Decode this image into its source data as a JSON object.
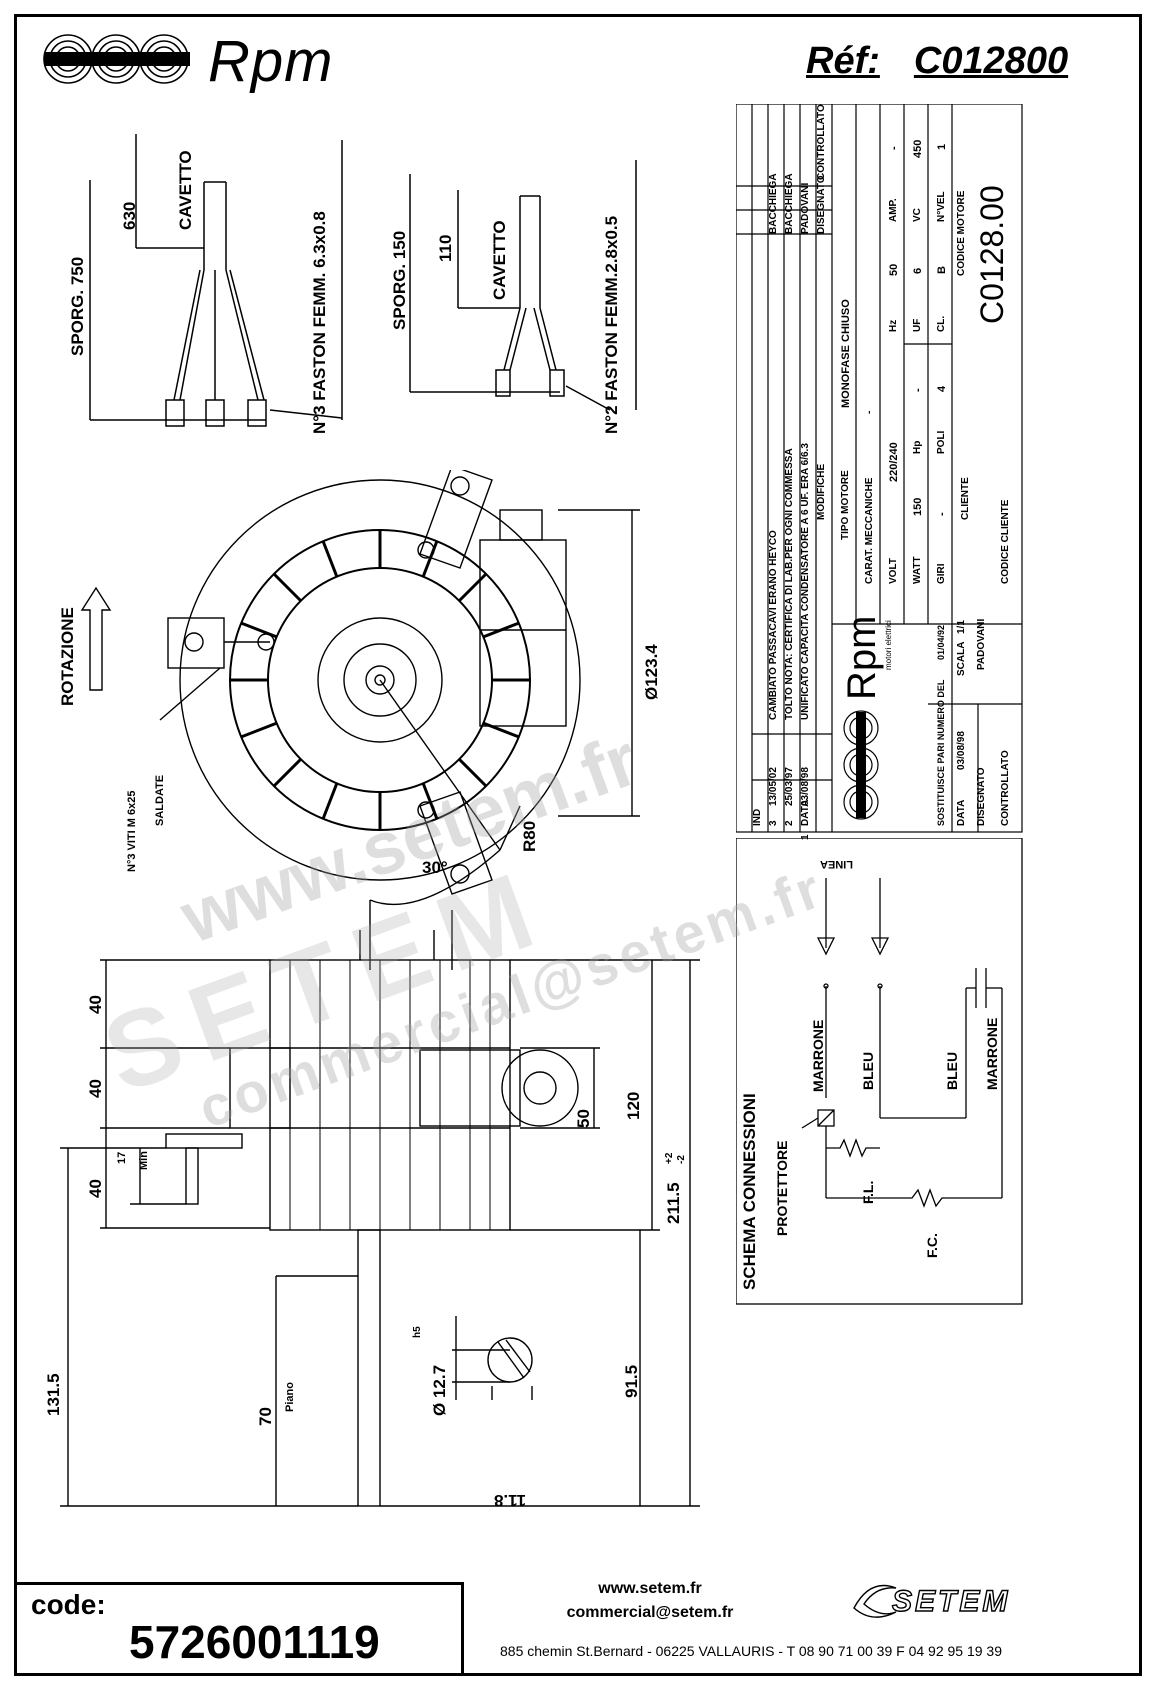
{
  "header": {
    "logo_text": "Rpm",
    "ref_label": "Réf:",
    "ref_value": "C012800"
  },
  "wiring_left": {
    "cable_length": "630",
    "cable_label": "CAVETTO",
    "overhang": "SPORG. 750",
    "connector": "N°3 FASTON FEMM. 6.3x0.8"
  },
  "wiring_right": {
    "cable_length": "110",
    "cable_label": "CAVETTO",
    "overhang": "SPORG. 150",
    "connector": "N°2 FASTON FEMM.2.8x0.5"
  },
  "front_view": {
    "rotation": "ROTAZIONE",
    "screws": "N°3 VITI M 6x25",
    "welded": "SALDATE",
    "diameter": "Ø123.4",
    "radius": "R80",
    "angle": "30°"
  },
  "side_view": {
    "dim_40a": "40",
    "dim_40b": "40",
    "dim_40c": "40",
    "dim_17": "17",
    "min": "Min",
    "dim_131_5": "131.5",
    "dim_70": "70",
    "piano": "Piano",
    "dim_50": "50",
    "dim_120": "120",
    "dim_211_5": "211.5",
    "tol_plus": "+2",
    "tol_minus": "-2",
    "dim_91_5": "91.5",
    "shaft_dia": "Ø 12.7",
    "shaft_tol": "h5",
    "flat": "11.8"
  },
  "title_block": {
    "revisions_header": [
      "IND",
      "DATA",
      "MODIFICHE",
      "DISEGNATO",
      "CONTROLLATO"
    ],
    "revisions": [
      {
        "ind": "3",
        "data": "13/05/02",
        "mod": "CAMBIATO PASSACAVI ERANO HEYCO",
        "dis": "BACCHIEGA",
        "con": ""
      },
      {
        "ind": "2",
        "data": "25/03/97",
        "mod": "TOLTO NOTA: CERTIFICA DI LAB.PER OGNI COMMESSA",
        "dis": "BACCHIEGA",
        "con": ""
      },
      {
        "ind": "1",
        "data": "03/08/98",
        "mod": "UNIFICATO CAPACITA CONDENSATORE A 6 UF. ERA 6/6.3",
        "dis": "PADOVANI",
        "con": ""
      }
    ],
    "tipo_motore_label": "TIPO MOTORE",
    "tipo_motore": "MONOFASE CHIUSO",
    "carat_label": "CARAT. MECCANICHE",
    "carat_value": "-",
    "specs": [
      [
        "VOLT",
        "220/240",
        "Hz",
        "50",
        "AMP.",
        "-"
      ],
      [
        "WATT",
        "150",
        "Hp",
        "-",
        "UF",
        "6",
        "VC",
        "450"
      ],
      [
        "GIRI",
        "-",
        "POLI",
        "4",
        "CL.",
        "B",
        "N°VEL",
        "1"
      ]
    ],
    "cliente_label": "CLIENTE",
    "codice_cliente_label": "CODICE CLIENTE",
    "codice_motore_label": "CODICE MOTORE",
    "codice_motore": "C0128.00",
    "brand": "Rpm",
    "brand_sub": "motori elettrici",
    "sostituisce_label": "SOSTITUISCE PARI NUMERO DEL",
    "sostituisce_date": "01/04/92",
    "data_label": "DATA",
    "data_value": "03/08/98",
    "scala_label": "SCALA",
    "scala_value": "1/1",
    "disegnato_label": "DISEGNATO",
    "disegnato_value": "PADOVANI",
    "controllato_label": "CONTROLLATO"
  },
  "schema": {
    "title": "SCHEMA CONNESSIONI",
    "linea": "LINEA",
    "protettore": "PROTETTORE",
    "marrone1": "MARRONE",
    "bleu1": "BLEU",
    "bleu2": "BLEU",
    "marrone2": "MARRONE",
    "fl": "F.L.",
    "fc": "F.C."
  },
  "footer": {
    "code_label": "code:",
    "code_value": "5726001119",
    "website": "www.setem.fr",
    "email": "commercial@setem.fr",
    "address": "885 chemin St.Bernard  -  06225 VALLAURIS  -  T 08 90 71 00 39   F 04 92 95 19 39",
    "setem_logo": "SETEM"
  },
  "watermark": {
    "site": "www.setem.fr",
    "name": "SETEM",
    "mail": "commercial@setem.fr"
  }
}
